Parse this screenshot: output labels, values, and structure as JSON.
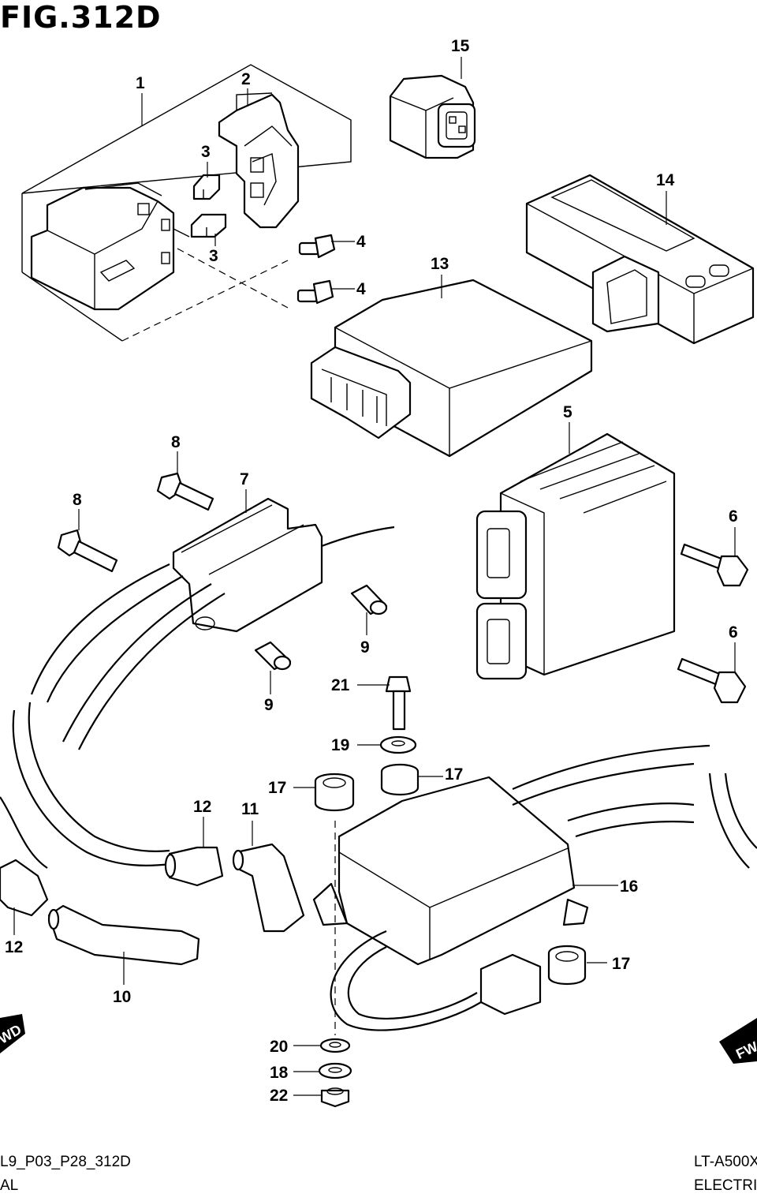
{
  "figure": {
    "title": "FIG.312D"
  },
  "callouts": [
    {
      "id": "c1",
      "text": "1"
    },
    {
      "id": "c2",
      "text": "2"
    },
    {
      "id": "c3a",
      "text": "3"
    },
    {
      "id": "c3b",
      "text": "3"
    },
    {
      "id": "c4a",
      "text": "4"
    },
    {
      "id": "c4b",
      "text": "4"
    },
    {
      "id": "c5",
      "text": "5"
    },
    {
      "id": "c6a",
      "text": "6"
    },
    {
      "id": "c6b",
      "text": "6"
    },
    {
      "id": "c7",
      "text": "7"
    },
    {
      "id": "c8a",
      "text": "8"
    },
    {
      "id": "c8b",
      "text": "8"
    },
    {
      "id": "c9a",
      "text": "9"
    },
    {
      "id": "c9b",
      "text": "9"
    },
    {
      "id": "c10",
      "text": "10"
    },
    {
      "id": "c11",
      "text": "11"
    },
    {
      "id": "c12a",
      "text": "12"
    },
    {
      "id": "c12b",
      "text": "12"
    },
    {
      "id": "c13",
      "text": "13"
    },
    {
      "id": "c14",
      "text": "14"
    },
    {
      "id": "c15",
      "text": "15"
    },
    {
      "id": "c16",
      "text": "16"
    },
    {
      "id": "c17a",
      "text": "17"
    },
    {
      "id": "c17b",
      "text": "17"
    },
    {
      "id": "c17c",
      "text": "17"
    },
    {
      "id": "c18",
      "text": "18"
    },
    {
      "id": "c19",
      "text": "19"
    },
    {
      "id": "c20",
      "text": "20"
    },
    {
      "id": "c21",
      "text": "21"
    },
    {
      "id": "c22",
      "text": "22"
    }
  ],
  "footer": {
    "left_code": "L9_P03_P28_312D",
    "left_label": "AL",
    "right_model": "LT-A500X",
    "right_label": "ELECTRICA"
  },
  "arrows": {
    "left": "WD",
    "right": "FW"
  }
}
